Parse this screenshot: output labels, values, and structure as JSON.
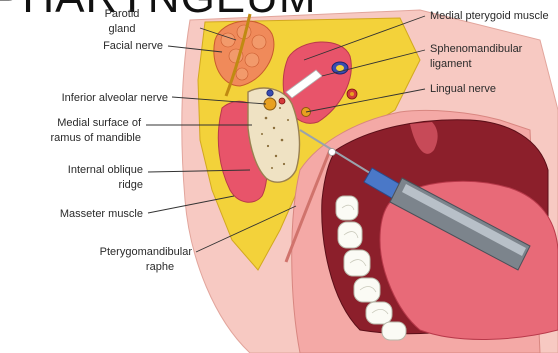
{
  "title": "PHARYNGEUM",
  "labels": {
    "parotid_gland_1": "Parotid",
    "parotid_gland_2": "gland",
    "facial_nerve": "Facial nerve",
    "inferior_alveolar_nerve": "Inferior alveolar nerve",
    "medial_surface_1": "Medial surface of",
    "medial_surface_2": "ramus of mandible",
    "internal_oblique_1": "Internal oblique",
    "internal_oblique_2": "ridge",
    "masseter_muscle": "Masseter muscle",
    "pterygomandibular_1": "Pterygomandibular",
    "pterygomandibular_2": "raphe",
    "medial_pterygoid_muscle": "Medial pterygoid muscle",
    "sphenomandibular_1": "Sphenomandibular",
    "sphenomandibular_2": "ligament",
    "lingual_nerve": "Lingual nerve"
  },
  "colors": {
    "fat": "#f3d23a",
    "muscle": "#e8546a",
    "bone": "#efe2c3",
    "mouth": "#8c1f2b",
    "tongue": "#e86a78",
    "gum": "#f4a9a6",
    "skin": "#f7c9c2"
  }
}
